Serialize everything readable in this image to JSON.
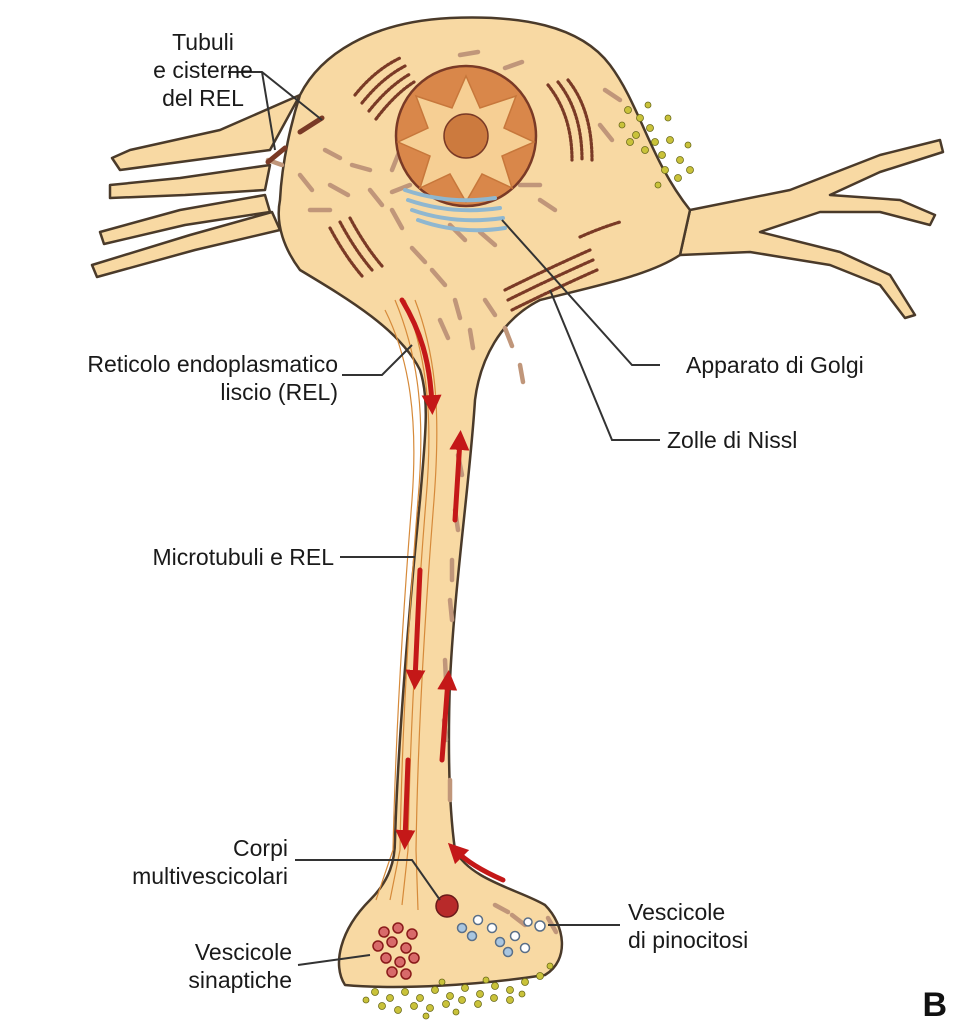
{
  "labels": {
    "tubuli_rel": [
      "Tubuli",
      "e cisterne",
      "del REL"
    ],
    "reticolo": [
      "Reticolo endoplasmatico",
      "liscio (REL)"
    ],
    "microtubuli": "Microtubuli e REL",
    "golgi": "Apparato di Golgi",
    "nissl": "Zolle di Nissl",
    "corpi": [
      "Corpi",
      "multivescicolari"
    ],
    "vescicole_sinaptiche": [
      "Vescicole",
      "sinaptiche"
    ],
    "vescicole_pinocitosi": [
      "Vescicole",
      "di pinocitosi"
    ]
  },
  "panel_letter": "B",
  "colors": {
    "cytoplasm": "#f8d9a3",
    "outline": "#4a3a2a",
    "nucleus": "#d9874a",
    "nucleus_star": "#f6cf94",
    "nucleolus": "#cc7a3e",
    "nissl": "#7a3a26",
    "rel": "#c0967a",
    "golgi": "#8fb7d0",
    "transport_arrow": "#c41818",
    "microtubules": "#d68a3a",
    "synaptic_vesicles": "#b82a2a",
    "extracellular_granules": "#c9c23a"
  }
}
